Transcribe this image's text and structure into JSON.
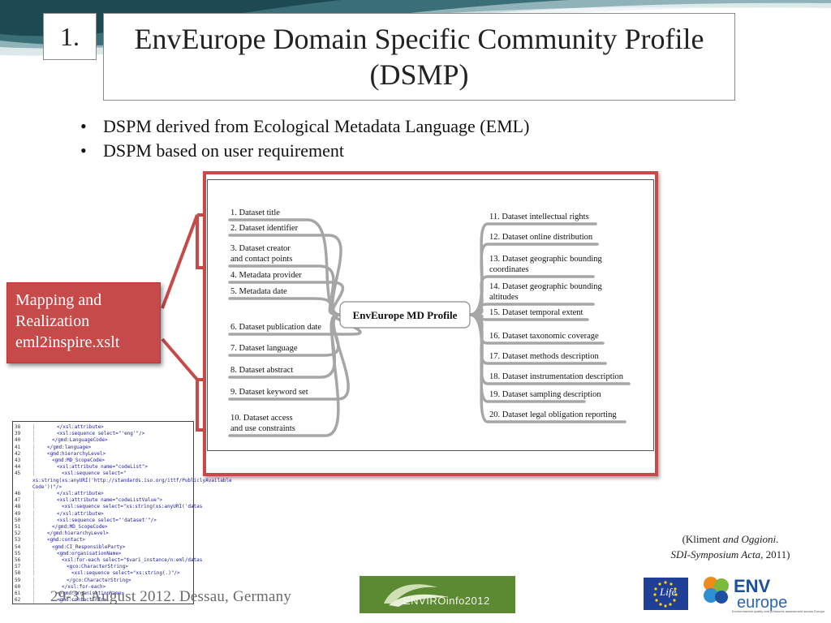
{
  "slide": {
    "number": "1.",
    "title": "EnvEurope Domain Specific Community Profile (DSMP)",
    "bullets": [
      "DSPM derived from Ecological Metadata Language (EML)",
      "DSPM based on user requirement"
    ]
  },
  "mind_map": {
    "center": "EnvEurope MD Profile",
    "left": [
      {
        "label_lines": [
          "1. Dataset title"
        ]
      },
      {
        "label_lines": [
          "2. Dataset identifier"
        ]
      },
      {
        "label_lines": [
          "3. Dataset creator",
          "and contact points"
        ]
      },
      {
        "label_lines": [
          "4. Metadata provider"
        ]
      },
      {
        "label_lines": [
          "5. Metadata date"
        ]
      },
      {
        "label_lines": [
          "6. Dataset publication date"
        ]
      },
      {
        "label_lines": [
          "7. Dataset language"
        ]
      },
      {
        "label_lines": [
          "8. Dataset abstract"
        ]
      },
      {
        "label_lines": [
          "9. Dataset keyword set"
        ]
      },
      {
        "label_lines": [
          "10. Dataset access",
          "and use constraints"
        ]
      }
    ],
    "right": [
      {
        "label_lines": [
          "11. Dataset intellectual rights"
        ]
      },
      {
        "label_lines": [
          "12. Dataset online distribution"
        ]
      },
      {
        "label_lines": [
          "13. Dataset geographic bounding",
          "coordinates"
        ]
      },
      {
        "label_lines": [
          "14. Dataset geographic bounding",
          "altitudes"
        ]
      },
      {
        "label_lines": [
          "15. Dataset temporal extent"
        ]
      },
      {
        "label_lines": [
          "16. Dataset taxonomic coverage"
        ]
      },
      {
        "label_lines": [
          "17. Dataset methods description"
        ]
      },
      {
        "label_lines": [
          "18. Dataset instrumentation description"
        ]
      },
      {
        "label_lines": [
          "19. Dataset sampling description"
        ]
      },
      {
        "label_lines": [
          "20. Dataset legal obligation reporting"
        ]
      }
    ]
  },
  "mapping_box": {
    "lines": [
      "Mapping and",
      "Realization",
      "eml2inspire.xslt"
    ]
  },
  "code_listing": [
    {
      "line": "38",
      "indent": 3,
      "text": "</xsl:attribute>"
    },
    {
      "line": "39",
      "indent": 3,
      "text": "<xsl:sequence select=\"'eng'\"/>"
    },
    {
      "line": "40",
      "indent": 2,
      "text": "</gmd:LanguageCode>"
    },
    {
      "line": "41",
      "indent": 1,
      "text": "</gmd:language>"
    },
    {
      "line": "42",
      "indent": 1,
      "text": "<gmd:hierarchyLevel>"
    },
    {
      "line": "43",
      "indent": 2,
      "text": "<gmd:MD_ScopeCode>"
    },
    {
      "line": "44",
      "indent": 3,
      "text": "<xsl:attribute name=\"codeList\">"
    },
    {
      "line": "45",
      "indent": 4,
      "text": "<xsl:sequence select=\""
    },
    {
      "line": "",
      "indent": 0,
      "text": "xs:string(xs:anyURI('http://standards.iso.org/ittf/PubliclyAvailable"
    },
    {
      "line": "",
      "indent": 0,
      "text": "Code'))\"/>"
    },
    {
      "line": "46",
      "indent": 3,
      "text": "</xsl:attribute>"
    },
    {
      "line": "47",
      "indent": 3,
      "text": "<xsl:attribute name=\"codeListValue\">"
    },
    {
      "line": "48",
      "indent": 4,
      "text": "<xsl:sequence select=\"xs:string(xs:anyURI('datas"
    },
    {
      "line": "49",
      "indent": 3,
      "text": "</xsl:attribute>"
    },
    {
      "line": "50",
      "indent": 3,
      "text": "<xsl:sequence select=\"'dataset'\"/>"
    },
    {
      "line": "51",
      "indent": 2,
      "text": "</gmd:MD_ScopeCode>"
    },
    {
      "line": "52",
      "indent": 1,
      "text": "</gmd:hierarchyLevel>"
    },
    {
      "line": "53",
      "indent": 1,
      "text": "<gmd:contact>"
    },
    {
      "line": "54",
      "indent": 2,
      "text": "<gmd:CI_ResponsibleParty>"
    },
    {
      "line": "55",
      "indent": 3,
      "text": "<gmd:organisationName>"
    },
    {
      "line": "56",
      "indent": 4,
      "text": "<xsl:for-each select=\"$var1_instance/n:eml/datas"
    },
    {
      "line": "57",
      "indent": 5,
      "text": "<gco:CharacterString>"
    },
    {
      "line": "58",
      "indent": 6,
      "text": "<xsl:sequence select=\"xs:string(.)\"/>"
    },
    {
      "line": "59",
      "indent": 5,
      "text": "</gco:CharacterString>"
    },
    {
      "line": "60",
      "indent": 4,
      "text": "</xsl:for-each>"
    },
    {
      "line": "61",
      "indent": 3,
      "text": "</gmd:organisationName>"
    },
    {
      "line": "62",
      "indent": 3,
      "text": "<gmd:contactInfo>"
    }
  ],
  "citation": {
    "open": "(Kliment ",
    "authors_italic": "and Oggioni.",
    "venue_italic": "SDI-Symposium Acta",
    "year": ", 2011)"
  },
  "footer": "29-31 August 2012. Dessau, Germany",
  "logos": {
    "envirinfo": "ENVIROinfo2012",
    "eu_life": "Life",
    "env_europe_line1": "ENV",
    "env_europe_line2": "europe",
    "env_europe_tagline": "Environmental quality and pressures assessment across Europe"
  },
  "colors": {
    "accent_red": "#c64a4a",
    "swoosh_teal": "#3a6f78",
    "connector_gray": "#a6a6a6",
    "envirinfo_green": "#5b8a33",
    "eu_blue": "#1f3f99"
  }
}
